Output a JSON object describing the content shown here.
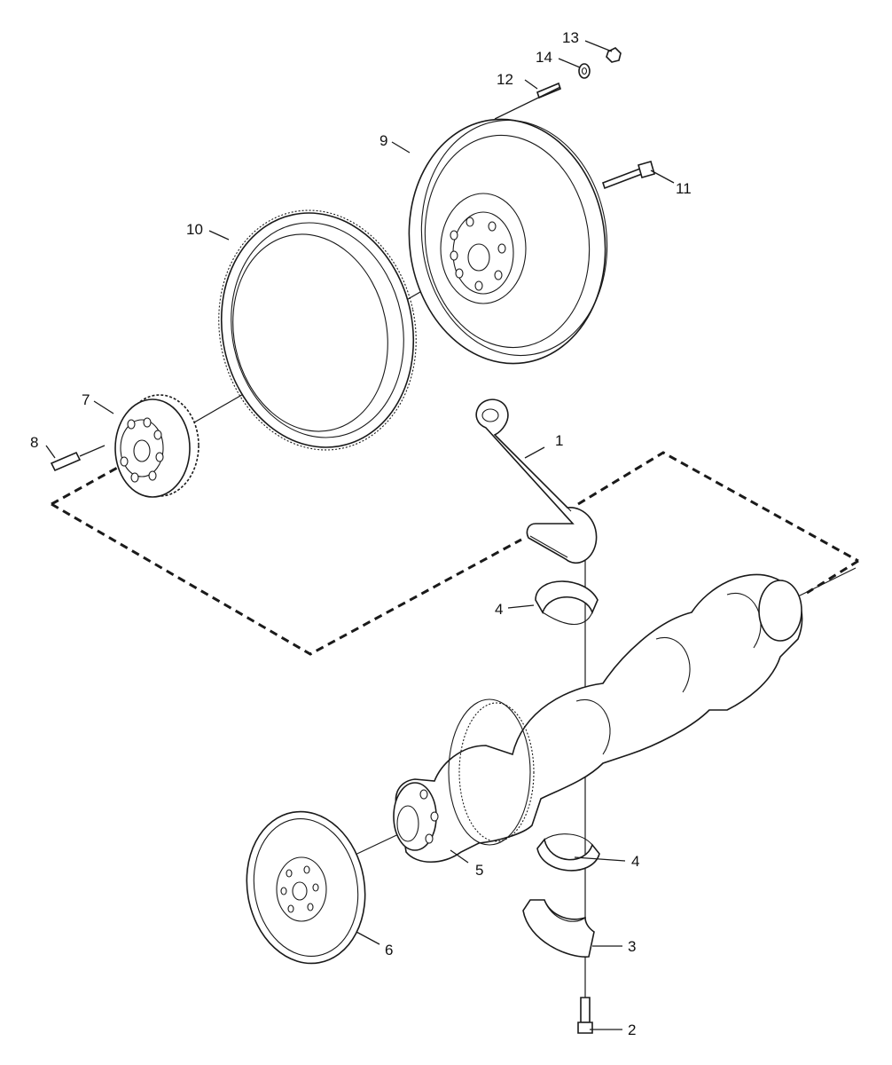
{
  "callouts": {
    "c1": "1",
    "c2": "2",
    "c3": "3",
    "c4a": "4",
    "c4b": "4",
    "c5": "5",
    "c6": "6",
    "c7": "7",
    "c8": "8",
    "c9": "9",
    "c10": "10",
    "c11": "11",
    "c12": "12",
    "c13": "13",
    "c14": "14"
  },
  "parts": [
    {
      "callout": "1",
      "name": "connecting rod"
    },
    {
      "callout": "2",
      "name": "connecting rod bolt"
    },
    {
      "callout": "3",
      "name": "connecting rod cap"
    },
    {
      "callout": "4",
      "name": "connecting rod bearing shell"
    },
    {
      "callout": "5",
      "name": "crankshaft"
    },
    {
      "callout": "6",
      "name": "vibration damper"
    },
    {
      "callout": "7",
      "name": "crankshaft gear"
    },
    {
      "callout": "8",
      "name": "dowel pin"
    },
    {
      "callout": "9",
      "name": "flywheel"
    },
    {
      "callout": "10",
      "name": "ring gear"
    },
    {
      "callout": "11",
      "name": "flywheel bolt"
    },
    {
      "callout": "12",
      "name": "stud"
    },
    {
      "callout": "13",
      "name": "nut"
    },
    {
      "callout": "14",
      "name": "washer"
    }
  ],
  "colors": {
    "line": "#1a1a1a",
    "background": "#ffffff"
  }
}
